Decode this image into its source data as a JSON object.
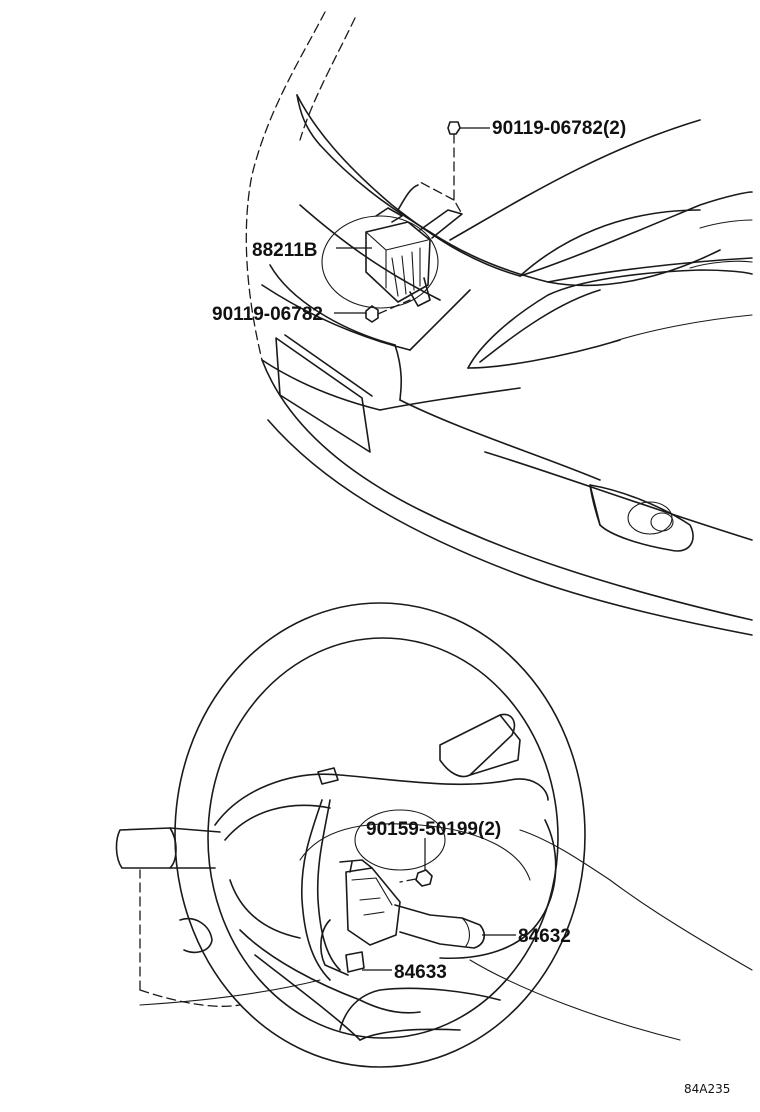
{
  "labels": {
    "bolt_top": "90119-06782(2)",
    "computer": "88211B",
    "bolt_left": "90119-06782",
    "screw": "90159-50199(2)",
    "switch_right": "84632",
    "switch_wire": "84633"
  },
  "reference": "84A235"
}
